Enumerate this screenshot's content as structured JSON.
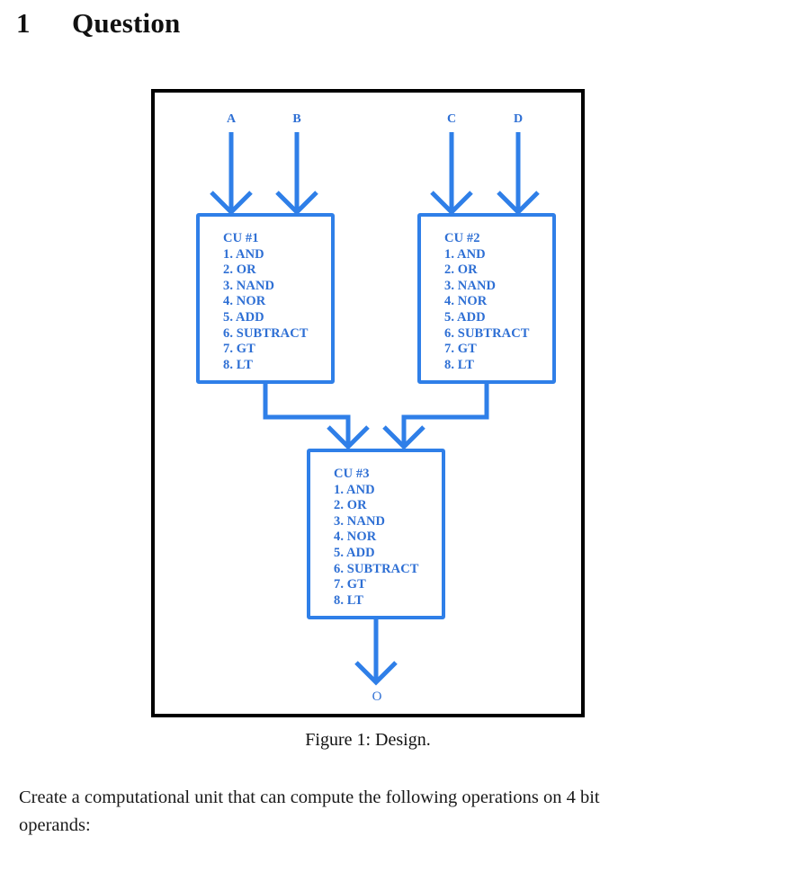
{
  "heading": {
    "number": "1",
    "title": "Question"
  },
  "figure": {
    "caption": "Figure 1: Design.",
    "accent_color": "#2F7FE8",
    "text_color": "#2E6FD4",
    "frame_color": "#000000",
    "ports": {
      "input_a": "A",
      "input_b": "B",
      "input_c": "C",
      "input_d": "D",
      "output_o": "O"
    },
    "units": [
      {
        "id": "cu1",
        "title": "CU #1",
        "operations": [
          "1. AND",
          "2. OR",
          "3. NAND",
          "4. NOR",
          "5. ADD",
          "6. SUBTRACT",
          "7. GT",
          "8. LT"
        ]
      },
      {
        "id": "cu2",
        "title": "CU #2",
        "operations": [
          "1. AND",
          "2. OR",
          "3. NAND",
          "4. NOR",
          "5. ADD",
          "6. SUBTRACT",
          "7. GT",
          "8. LT"
        ]
      },
      {
        "id": "cu3",
        "title": "CU #3",
        "operations": [
          "1. AND",
          "2. OR",
          "3. NAND",
          "4. NOR",
          "5. ADD",
          "6. SUBTRACT",
          "7. GT",
          "8. LT"
        ]
      }
    ]
  },
  "body": {
    "paragraph": "Create a computational unit that can compute the following operations on 4 bit operands:"
  }
}
